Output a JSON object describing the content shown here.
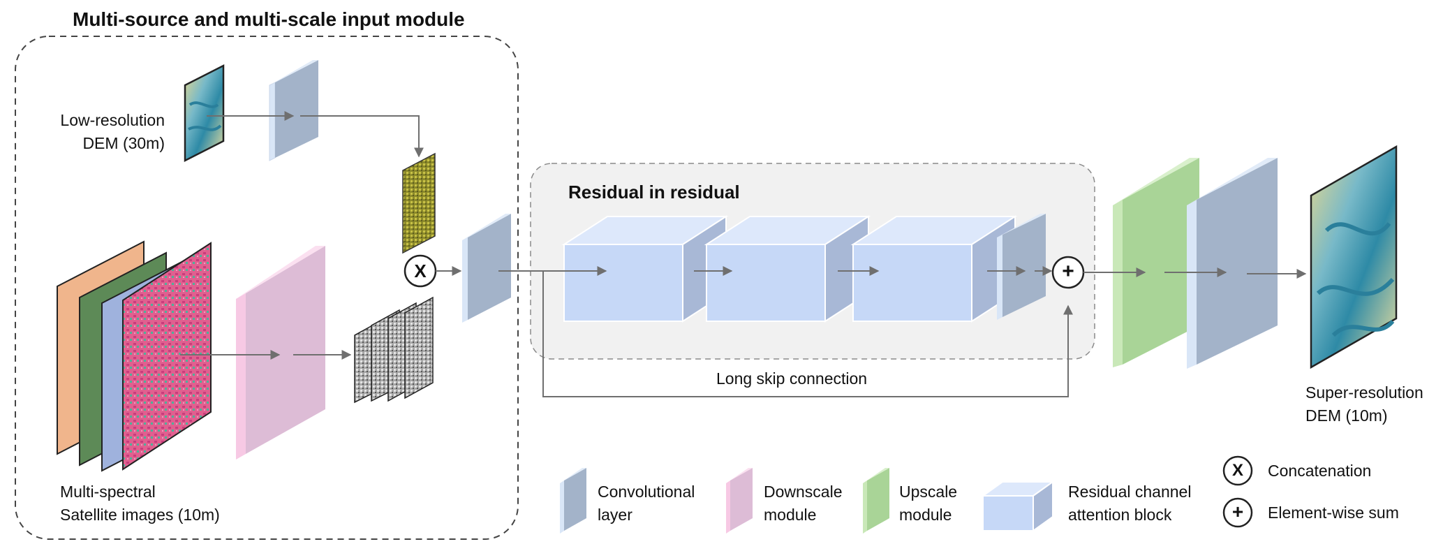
{
  "module_title": "Multi-source and multi-scale input module",
  "inputs": {
    "dem_label_line1": "Low-resolution",
    "dem_label_line2": "DEM (30m)",
    "satellite_label_line1": "Multi-spectral",
    "satellite_label_line2": "Satellite images (10m)"
  },
  "rir_title": "Residual in residual",
  "long_skip_label": "Long skip connection",
  "output": {
    "label_line1": "Super-resolution",
    "label_line2": "DEM (10m)"
  },
  "symbols": {
    "concat": "X",
    "sum": "+"
  },
  "legend": {
    "conv": [
      "Convolutional",
      "layer"
    ],
    "downscale": [
      "Downscale",
      "module"
    ],
    "upscale": [
      "Upscale",
      "module"
    ],
    "rcab": [
      "Residual channel",
      "attention block"
    ],
    "concatenation": "Concatenation",
    "element_sum": "Element-wise sum"
  },
  "colors": {
    "conv": "#a3b3c9",
    "downscale": "#ddbcd6",
    "upscale": "#a9d497",
    "rcab": "#c6d8f7",
    "rir_background": "#f1f1f1",
    "arrow": "#707070"
  }
}
